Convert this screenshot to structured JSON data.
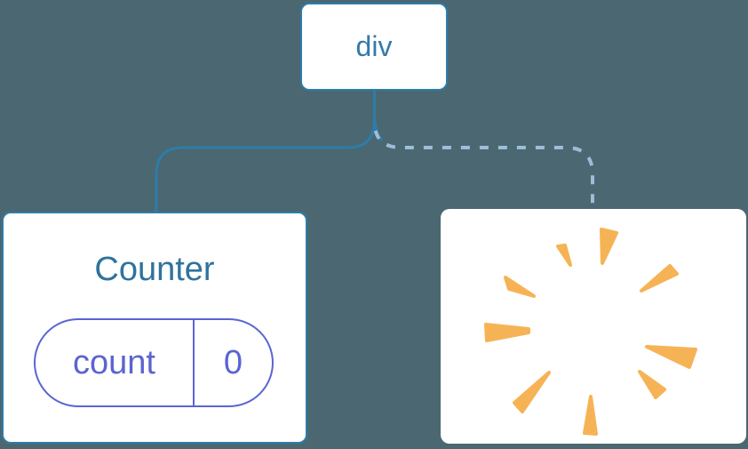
{
  "diagram": {
    "root": {
      "label": "div"
    },
    "children": [
      {
        "type": "component",
        "title": "Counter",
        "state": {
          "key": "count",
          "value": "0"
        },
        "edge": "solid"
      },
      {
        "type": "removed-component",
        "icon": "poof-starburst",
        "edge": "dashed"
      }
    ]
  },
  "colors": {
    "background": "#4B6771",
    "node_fill": "#FFFFFF",
    "node_border": "#2E7CA9",
    "solid_edge": "#2E7CA9",
    "dashed_edge": "#9CBED8",
    "root_text": "#347AA9",
    "component_title_text": "#2F739C",
    "state_accent": "#5A64D2",
    "poof": "#F6B355"
  }
}
